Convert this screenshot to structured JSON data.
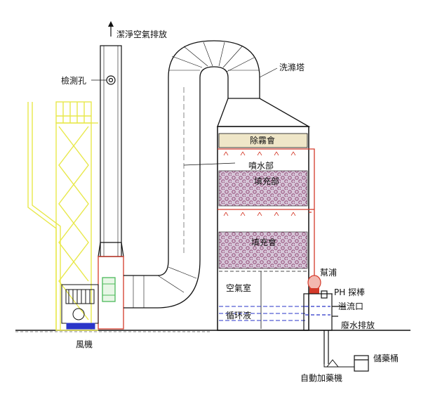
{
  "labels": {
    "clean_air_exhaust": "潔淨空氣排放",
    "inspection_port": "檢測孔",
    "scrubber_tower": "洗滌塔",
    "demister": "除霧會",
    "spray_section": "噴水部",
    "packing_upper": "填充部",
    "packing_lower": "填充會",
    "air_chamber": "空氣室",
    "circulating_liquid": "循环液",
    "pump": "幫浦",
    "ph_probe": "PH 探棒",
    "overflow_outlet": "溢流口",
    "wastewater_discharge": "廢水排放",
    "chemical_tank": "儲藥桶",
    "auto_dosing_machine": "自動加藥機",
    "fan": "風機"
  },
  "colors": {
    "line": "#111111",
    "hood": "#e8e84a",
    "pipe_red": "#d43a2a",
    "water_blue": "#2a35c8",
    "packing_fill": "#d6c6d8",
    "packing_dot": "#8a3a6a",
    "demister_fill": "#efe6c8",
    "fan_green": "#4cba5a"
  }
}
